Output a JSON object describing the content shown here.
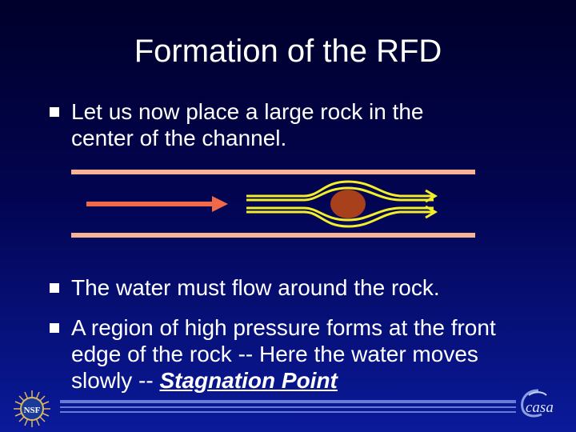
{
  "slide": {
    "title": "Formation of the RFD",
    "bullets": [
      {
        "text": "Let us now place a large rock in the center of the channel."
      },
      {
        "text": "The water must flow around the rock."
      },
      {
        "text_before": "A region of high pressure forms at the front edge of the rock -- Here the water moves slowly -- ",
        "emphasis": "Stagnation Point"
      }
    ]
  },
  "logos": {
    "left": "NSF",
    "right": "casa"
  },
  "colors": {
    "channel_wall": "#f7b394",
    "flow_arrow": "#f06a4a",
    "streamlines": "#f2ee2a",
    "rock": "#a8401c",
    "bullet": "#ffffff",
    "bottom_line": "#6a7ad8"
  }
}
